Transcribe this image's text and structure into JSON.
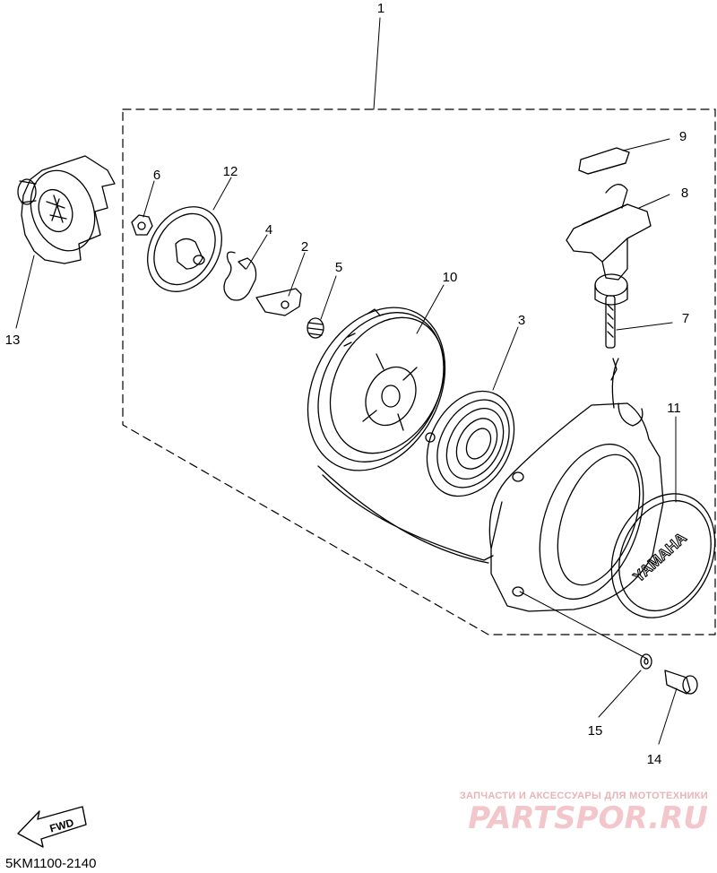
{
  "diagram_code": "5KM1100-2140",
  "callouts": [
    "1",
    "2",
    "3",
    "4",
    "5",
    "6",
    "7",
    "8",
    "9",
    "10",
    "11",
    "12",
    "13",
    "14",
    "15"
  ],
  "cover_text": "YAMAHA",
  "arrow_label": "FWD",
  "watermark": {
    "line1": "ЗАПЧАСТИ И АКСЕССУАРЫ ДЛЯ МОТОТЕХНИКИ",
    "line2": "PARTSPOR.RU",
    "color": "#e9b3b8"
  },
  "colors": {
    "line": "#000000",
    "background": "#ffffff"
  }
}
